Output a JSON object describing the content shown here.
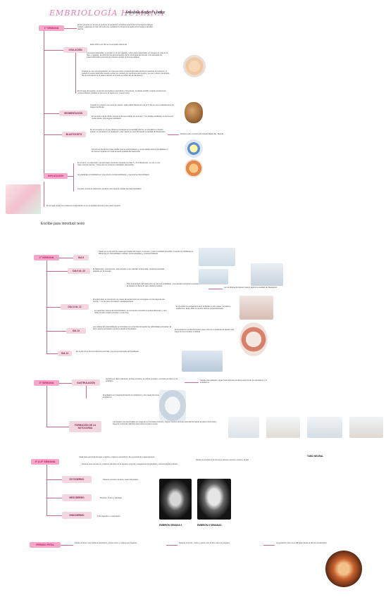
{
  "header": {
    "title": "EMBRIOLOGÍA HUMANA",
    "author": "ARIADNA GODOY LOPEZ"
  },
  "hint": "Escribe para introducir texto",
  "sections": {
    "s1": "1ª SEMANA",
    "implantacion": "IMPLATACIÓN",
    "s2": "2ª SEMANA",
    "s3": "3ª SEMANA",
    "s48": "4ª A 8ª SEMANA",
    "fetal": "PERIODO FETAL"
  },
  "nodes": {
    "ovulacion": "OVULACIÓN",
    "segmentacion": "SEGMENTACIÓN",
    "blastocisto": "BLASTOCISTO",
    "dia8": "DIA 8",
    "dia9": "DIA 9 AL 10",
    "dia11": "DIA 11 AL 12",
    "dia13": "DIA 13",
    "dia14": "DIA 14",
    "gastrulacion": "GASTRULACIÓN",
    "notocorda": "FORMACIÓN DE LA NOTOCORDA",
    "ectodermo": "ECTODERMO",
    "mesodermo": "MESODERMO",
    "endodermo": "ENDODERMO"
  },
  "texts": {
    "s1_intro": "En el momento en el que se produce la ovulación, la fimbria externa de la Trompa de Falopio, rodean y capturan el ovito. El óvulo ese mediante la trompa empujado entre hacia la cavidad uterina",
    "ovu1": "Está unido a un cilio en la ampolla ovárica tal",
    "ovu2": "Los espermatozoides, expresan en el ovo vaginal y vírico espermatozoides un proceso de cola en la fase y capacita, es eliminan las glucoproteínas de la membrana acrosomal. Una estimada los espermatozoides provocan el proceso cortical, la corona radiante",
    "ovu3": "Cuando se une a la penetración, se crea una unión el espermatozoide elimina la reacción acrosómica y 3 cuando el espermatozoide cuando existe con contacto la membrana del ovocito y se une, induce membrana fija el movimiento se el pasa a ambos el ovocito se sobre dos al citoplasma",
    "ovu4": "En el lugar del ovocito, se forman pronúcleos masculinos y femeninos, se divide el ADN, cuando comienza la primera división mitótica se forma en el cigoto el 1º cuerpo polar",
    "seg1": "Cuando se produce una serie de mitosis, cada célula blastómero de el 3º día se crea el blastómeros de órgano la Mórula",
    "seg2": "En el interior de la célula, mórula se forma el lejido del embrión. Y en células periférica, se forma una masa celular, que origina trofoblasto",
    "bla1": "En el momento en el que célula se introduce en la cavidad uterina, se intersticio un líquido celular, el mecanismo se coalescen y las masas se unen formando la cavidad del blastocisto",
    "bla_side": "Durante este momento el embrión Bastio 8a - Mórula",
    "bla2": "Se solo se tiende los masa celular interna (embrioblasto) y mesa celular externa (trofoblasto) y la cual se implanta con toda la pared epitelial del blastocisto",
    "imp1": "En el día 6, el endometrio, secreta fases secretora. Durante los días 7 y 8 el blastocisto, se une a una capa mucosa uterina. Y hace que se incorpore trofoblasto plasmodial",
    "imp2": "Se subdivide el trofoblasto en una externa sincitiotrofoblasto y una interna citotrofoblasto",
    "imp3": "La parte ventral el blastocisto, produce una capa de células llamada hipoblasto",
    "imp4": "En el lugar donde se produce la implantación es en la cavidad uterina en las pared superior",
    "d8": "Cada vez se forman las capas germinales del cigoto, la amnion y todo el cavidad amniótica. Cuando el trofoblasto se diferencia en citotrofoblasto (células mononucleadas) y sincitiotrofoblasto.",
    "d9": "El blastocisto, nuevamente, está cerrado en su cavidad, embrionario, presenta vacuolas aisladas en la lacunas.",
    "d9_b": "Polo embrionario del blastocisto se cierra el trofoblasto, una cavidad membrana exocelómica, el espacio se llama el saco vitelino primitivo.",
    "d9_side": "La membrana de Heuser pasa a tapizar la cavidad del blastocisto",
    "d11a": "El endometrio se incorpora. Los vasos del endometrio se comunican con las lagunas del sincitio. Y se forma la circulación uteroplacentaria.",
    "d11b": "La superficie interna del citotrofoblasto, se encuentra mesodermo extraembrionario y que rodea al saco vitelino primitivo y el amnios.",
    "d11_side": "El mesodermo extraembrionario se divide en dos capas, somática y esplácnica. Entre ellas se crea el celoma extraembrionario.",
    "d13": "Las células del citotrofoblasto se introducen en el sincitio formando las vellosidades primarias. El saco vitelino secundario se forma desde el hipoblasto.",
    "d13_side": "El mesodermo extraembrionario pasa a formar el pedículo de fijación que luego forma el cordón umbilical.",
    "d14": "En el día 14 se forma la lámina precordal, una zona engrosada del hipoblasto.",
    "gas1": "Se forma el disco trilaminar, la línea primitiva, el nódulo primitivo y la fosita primitiva en el epiblasto.",
    "gas_side": "Células del epiblasto migran hacia la línea primitiva para formar el mesodermo y el endodermo.",
    "gas2": "El epiblasto se invagina formando el endodermo y las capas del mesodermo, y el ectodermo.",
    "noto1": "Las células prenotocordales se invaginan en la fosita primitiva y migran hacia la lámina precordal formando la placa notocordal y luego la notocorda definitiva que induce la placa neural.",
    "s48_1": "Cada capa germinal da lugar a tejidos y órganos específicos. Es el periodo de organogénesis.",
    "s48_2": "Durante este periodo se producen cambios en el aspecto corporal y plegamiento longitudinal y transversal del embrión.",
    "s48_side": "Desde el ectodermo se forma el sistema nervioso central y la piel.",
    "ecto": "Sistema nervioso central y parte del epitelio",
    "meso": "Músculo, hueso y cartílago",
    "endo": "Tubo digestivo y respiratorio",
    "fetal1": "Desde el tercer mes hasta el nacimiento, el feto crece y madura sus órganos.",
    "fetal2": "Durante el tercer, cuarto y quinto mes el feto crece en longitud.",
    "fetal3": "La gestación dura unos 280 días desde la última menstruación."
  },
  "captions": {
    "tubo_neural": "TUBO NEURAL",
    "emb4": "EMBRIÓN SEMANA 4",
    "emb8": "EMBRIÓN 8 SEMANAS"
  }
}
